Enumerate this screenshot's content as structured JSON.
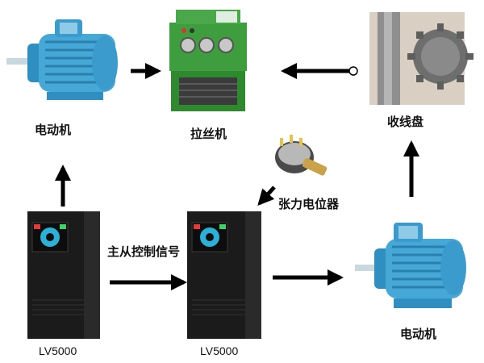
{
  "labels": {
    "motor_top": "电动机",
    "drawing_machine": "拉丝机",
    "take_up_reel": "收线盘",
    "tension_pot": "张力电位器",
    "master_slave": "主从控制信号",
    "inverter_left": "LV5000",
    "inverter_right": "LV5000",
    "motor_bottom": "电动机"
  },
  "colors": {
    "motor": "#45a8d6",
    "machine": "#3e9e3e",
    "inverter": "#1b1b1b",
    "arrow": "#000000"
  }
}
